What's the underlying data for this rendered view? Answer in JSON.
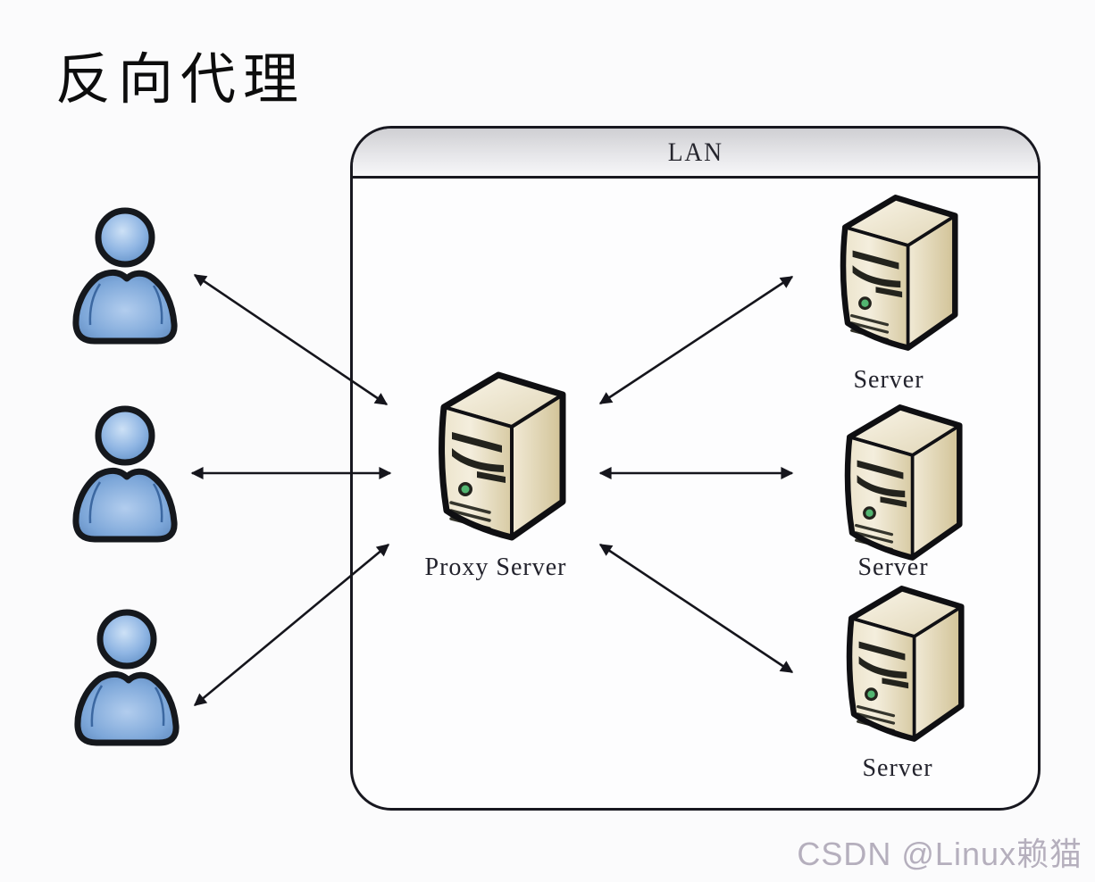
{
  "title": "反向代理",
  "lan": {
    "label": "LAN"
  },
  "proxy": {
    "label": "Proxy Server",
    "icon": "server-tower-icon"
  },
  "servers": [
    {
      "label": "Server",
      "icon": "server-tower-icon"
    },
    {
      "label": "Server",
      "icon": "server-tower-icon"
    },
    {
      "label": "Server",
      "icon": "server-tower-icon"
    }
  ],
  "users": [
    {
      "icon": "person-icon"
    },
    {
      "icon": "person-icon"
    },
    {
      "icon": "person-icon"
    }
  ],
  "connections": [
    {
      "from": "user-1",
      "to": "proxy-server",
      "bidirectional": true
    },
    {
      "from": "user-2",
      "to": "proxy-server",
      "bidirectional": true
    },
    {
      "from": "user-3",
      "to": "proxy-server",
      "bidirectional": true
    },
    {
      "from": "proxy-server",
      "to": "server-1",
      "bidirectional": true
    },
    {
      "from": "proxy-server",
      "to": "server-2",
      "bidirectional": true
    },
    {
      "from": "proxy-server",
      "to": "server-3",
      "bidirectional": true
    }
  ],
  "watermark": {
    "label": "CSDN @Linux赖猫"
  },
  "colors": {
    "background": "#fbfbfc",
    "outline": "#15151c",
    "arrow": "#15151c",
    "user_fill": "#7da7d9",
    "server_fill": "#e9e0c6",
    "lan_header": "#cfcfd3",
    "led_green": "#52b571",
    "watermark_gray": "#b5afbd"
  }
}
